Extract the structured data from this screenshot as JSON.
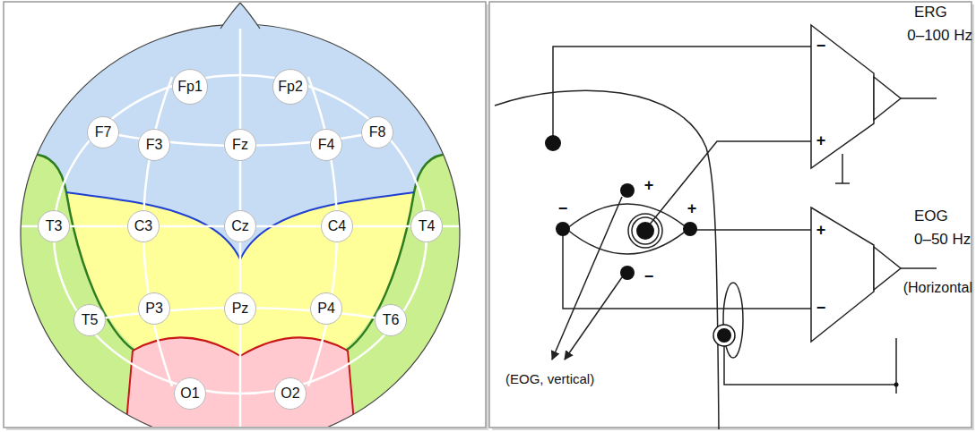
{
  "diagram": {
    "nodes": [
      {
        "text": [
          "Fp1"
        ]
      },
      {
        "text": [
          "Fp2"
        ]
      },
      {
        "text": [
          "F7"
        ]
      },
      {
        "text": [
          "F3"
        ]
      },
      {
        "text": [
          "Fz"
        ]
      },
      {
        "text": [
          "F4"
        ]
      },
      {
        "text": [
          "F8"
        ]
      },
      {
        "text": [
          "T3"
        ]
      },
      {
        "text": [
          "C3"
        ]
      },
      {
        "text": [
          "Cz"
        ]
      },
      {
        "text": [
          "C4"
        ]
      },
      {
        "text": [
          "T4"
        ]
      },
      {
        "text": [
          "T5"
        ]
      },
      {
        "text": [
          "P3"
        ]
      },
      {
        "text": [
          "Pz"
        ]
      },
      {
        "text": [
          "P4"
        ]
      },
      {
        "text": [
          "T6"
        ]
      },
      {
        "text": [
          "O1"
        ]
      },
      {
        "text": [
          "O2"
        ]
      }
    ],
    "labels": [
      "ERG",
      "0–100 Hz",
      "EOG",
      "0–50 Hz",
      "(Horizontal",
      "(EOG, vertical)",
      "−",
      "+",
      "+",
      "−",
      "+",
      "−",
      "−",
      "+"
    ]
  }
}
